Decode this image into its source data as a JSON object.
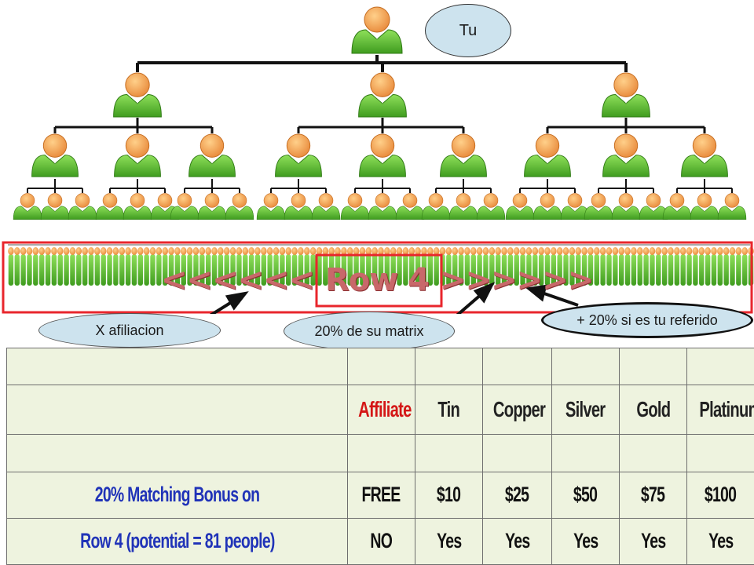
{
  "bubbles": {
    "you": "Tu",
    "per_affiliation": "X afiliacion",
    "matrix_share": "20% de su matrix",
    "referral_bonus": "+ 20% si es tu referido"
  },
  "row_banner": {
    "left_arrows": "<<<<<<",
    "label": "Row 4",
    "right_arrows": ">>>>>>"
  },
  "tree": {
    "levels": [
      1,
      3,
      9,
      27,
      81
    ]
  },
  "colors": {
    "person_head": "#f0a54a",
    "person_body": "#5fc234",
    "connector": "#111111",
    "highlight_border": "#e8262c",
    "banner_text": "#c8686a",
    "bubble_fill": "#cde3ee",
    "table_bg": "#eef3df",
    "bonus_text": "#2033b8",
    "affiliate_red": "#d41616"
  },
  "table": {
    "tiers": [
      "Affiliate",
      "Tin",
      "Copper",
      "Silver",
      "Gold",
      "Platinum"
    ],
    "prices": [
      "FREE",
      "$10",
      "$25",
      "$50",
      "$75",
      "$100"
    ],
    "eligibility": [
      "NO",
      "Yes",
      "Yes",
      "Yes",
      "Yes",
      "Yes"
    ],
    "bonus_label": "20% Matching Bonus on",
    "row_label": "Row 4 (potential = 81 people)"
  }
}
